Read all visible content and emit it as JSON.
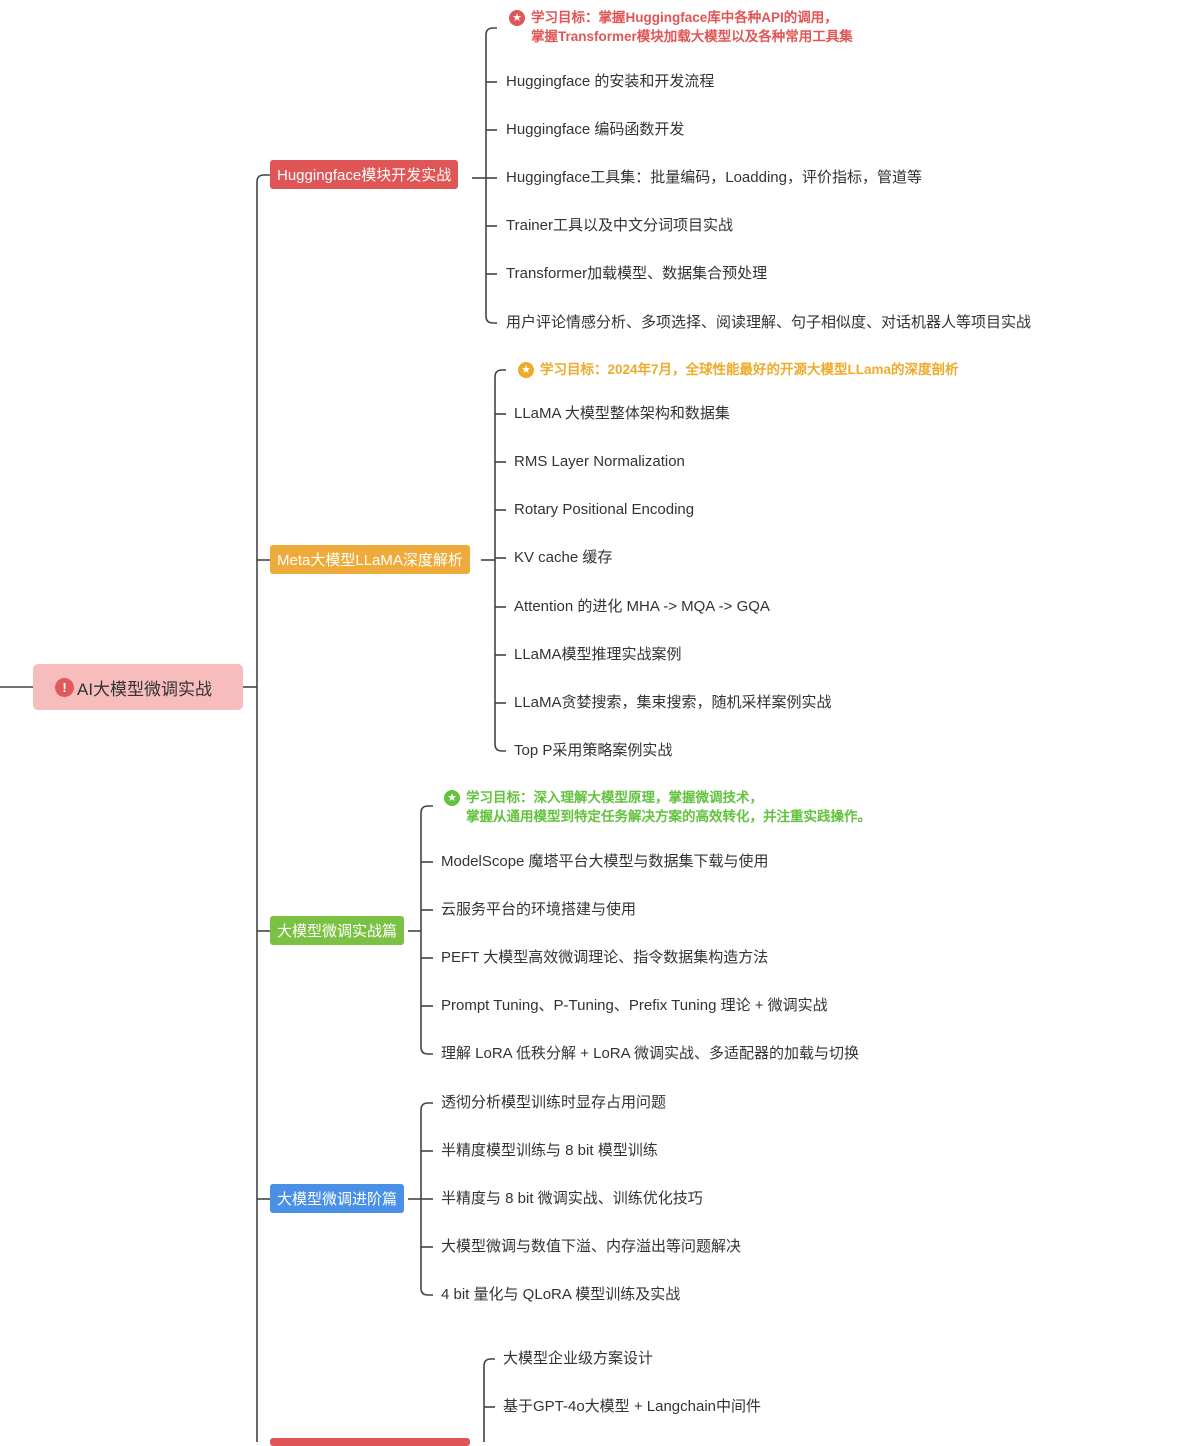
{
  "root": {
    "label": "AI大模型微调实战",
    "icon": "warning-icon",
    "color": "#f7bcbc"
  },
  "branches": [
    {
      "label": "Huggingface模块开发实战",
      "color": "#e05656",
      "goal": {
        "icon": "star-badge-icon",
        "color": "#e05656",
        "lines": [
          "学习目标：掌握Huggingface库中各种API的调用，",
          "掌握Transformer模块加载大模型以及各种常用工具集"
        ]
      },
      "items": [
        "Huggingface 的安装和开发流程",
        "Huggingface 编码函数开发",
        "Huggingface工具集：批量编码，Loadding，评价指标，管道等",
        "Trainer工具以及中文分词项目实战",
        "Transformer加载模型、数据集合预处理",
        "用户评论情感分析、多项选择、阅读理解、句子相似度、对话机器人等项目实战"
      ]
    },
    {
      "label": "Meta大模型LLaMA深度解析",
      "color": "#eeab3c",
      "goal": {
        "icon": "star-badge-icon",
        "color": "#eeab2a",
        "lines": [
          "学习目标：2024年7月，全球性能最好的开源大模型LLama的深度剖析"
        ]
      },
      "items": [
        "LLaMA 大模型整体架构和数据集",
        "RMS Layer Normalization",
        "Rotary Positional Encoding",
        "KV cache 缓存",
        "Attention 的进化 MHA -> MQA -> GQA",
        "LLaMA模型推理实战案例",
        "LLaMA贪婪搜索，集束搜索，随机采样案例实战",
        "Top P采用策略案例实战"
      ]
    },
    {
      "label": "大模型微调实战篇",
      "color": "#7bc143",
      "goal": {
        "icon": "star-badge-icon",
        "color": "#63c23e",
        "lines": [
          "学习目标：深入理解大模型原理，掌握微调技术，",
          "掌握从通用模型到特定任务解决方案的高效转化，并注重实践操作。"
        ]
      },
      "items": [
        "ModelScope 魔塔平台大模型与数据集下载与使用",
        "云服务平台的环境搭建与使用",
        "PEFT 大模型高效微调理论、指令数据集构造方法",
        "Prompt Tuning、P-Tuning、Prefix Tuning 理论 + 微调实战",
        "理解 LoRA 低秩分解 + LoRA 微调实战、多适配器的加载与切换"
      ]
    },
    {
      "label": "大模型微调进阶篇",
      "color": "#4a90e6",
      "items": [
        "透彻分析模型训练时显存占用问题",
        "半精度模型训练与 8 bit 模型训练",
        "半精度与 8 bit 微调实战、训练优化技巧",
        "大模型微调与数值下溢、内存溢出等问题解决",
        "4 bit 量化与 QLoRA 模型训练及实战"
      ]
    },
    {
      "label": "",
      "color": "#e05656",
      "items": [
        "大模型企业级方案设计",
        "基于GPT-4o大模型 + Langchain中间件"
      ]
    }
  ]
}
